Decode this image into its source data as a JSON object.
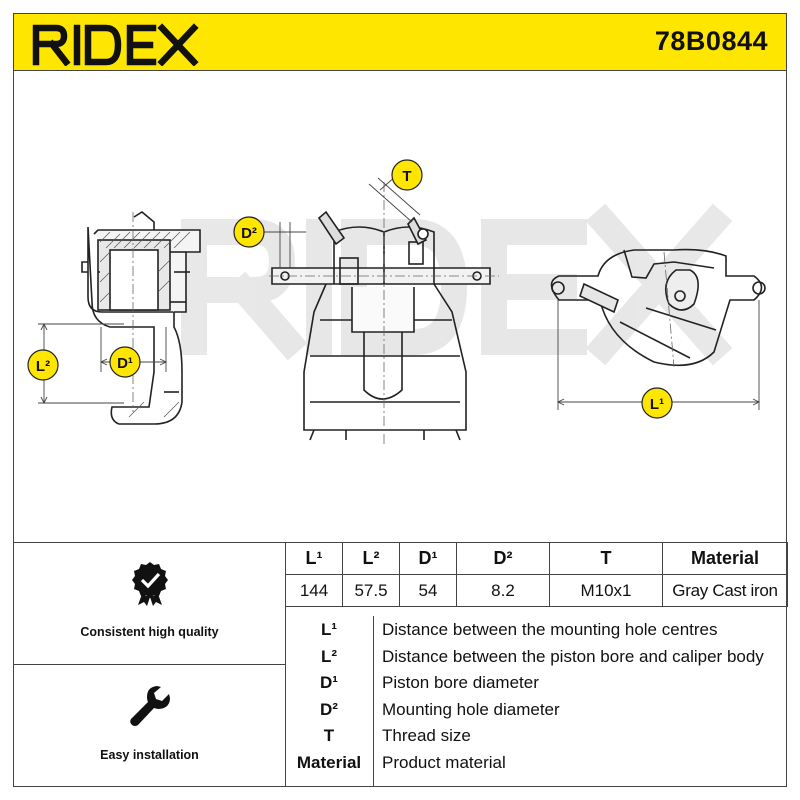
{
  "header": {
    "brand": "RIDEX",
    "part_number": "78B0844"
  },
  "drawing": {
    "labels": {
      "l1": "L¹",
      "l2": "L²",
      "d1": "D¹",
      "d2": "D²",
      "t": "T"
    },
    "watermark": "RIDEX"
  },
  "features": [
    {
      "icon": "check-badge-icon",
      "label": "Consistent high quality"
    },
    {
      "icon": "wrench-icon",
      "label": "Easy installation"
    }
  ],
  "specs": {
    "headers": [
      "L¹",
      "L²",
      "D¹",
      "D²",
      "T",
      "Material"
    ],
    "values": [
      "144",
      "57.5",
      "54",
      "8.2",
      "M10x1",
      "Gray Cast iron"
    ]
  },
  "legend": [
    {
      "key": "L¹",
      "text": "Distance between the mounting hole centres"
    },
    {
      "key": "L²",
      "text": "Distance between the piston bore and caliper body"
    },
    {
      "key": "D¹",
      "text": "Piston bore diameter"
    },
    {
      "key": "D²",
      "text": "Mounting hole diameter"
    },
    {
      "key": "T",
      "text": "Thread size"
    },
    {
      "key": "Material",
      "text": "Product material"
    }
  ],
  "colors": {
    "brand_yellow": "#ffe600",
    "badge_yellow": "#ffe600",
    "ink": "#111111"
  }
}
